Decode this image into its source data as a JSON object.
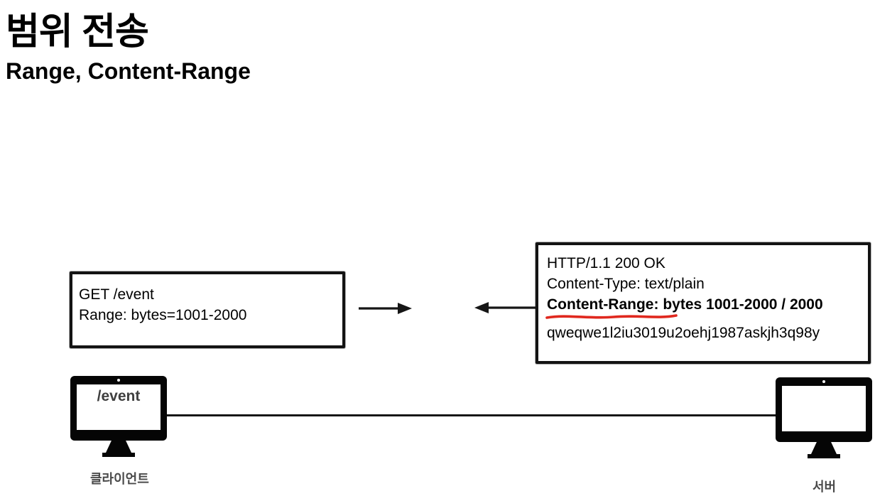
{
  "slide": {
    "title": "범위 전송",
    "subtitle": "Range, Content-Range"
  },
  "request_box": {
    "lines": [
      "GET /event",
      "Range: bytes=1001-2000"
    ]
  },
  "response_box": {
    "status_line": "HTTP/1.1 200 OK",
    "content_type_line": "Content-Type: text/plain",
    "content_range_name": "Content-Range",
    "content_range_rest": ": bytes 1001-2000 / 2000",
    "body": "qweqwe1l2iu3019u2oehj1987askjh3q98y"
  },
  "client": {
    "screen_label": "/event",
    "caption": "클라이언트"
  },
  "server": {
    "caption": "서버"
  },
  "icons": {
    "arrow_right": "request-arrow-right",
    "arrow_left": "response-arrow-left",
    "monitor": "desktop-monitor"
  },
  "colors": {
    "ink": "#131313",
    "underline_red": "#e0281e",
    "caption_gray": "#4a4a4a",
    "screen_text_gray": "#3f3f3f"
  }
}
